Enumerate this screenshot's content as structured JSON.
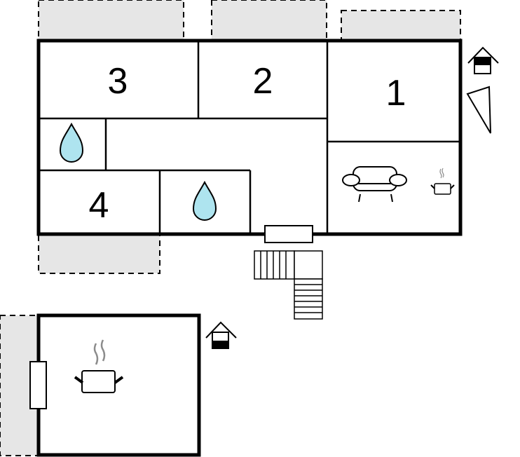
{
  "floor_plan": {
    "rooms": [
      {
        "id": "bedroom-3",
        "label": "3"
      },
      {
        "id": "bedroom-2",
        "label": "2"
      },
      {
        "id": "bedroom-1",
        "label": "1"
      },
      {
        "id": "bedroom-4",
        "label": "4"
      }
    ],
    "icons": [
      "water-drop-icon",
      "water-drop-icon",
      "sofa-icon",
      "cooking-pot-icon",
      "house-icon",
      "north-arrow-icon",
      "stairs-icon",
      "window-icon"
    ],
    "colors": {
      "walls": "#000000",
      "terrace": "#e6e6e6",
      "drop": "#aee4ef",
      "steam": "#8c8c8c"
    }
  }
}
